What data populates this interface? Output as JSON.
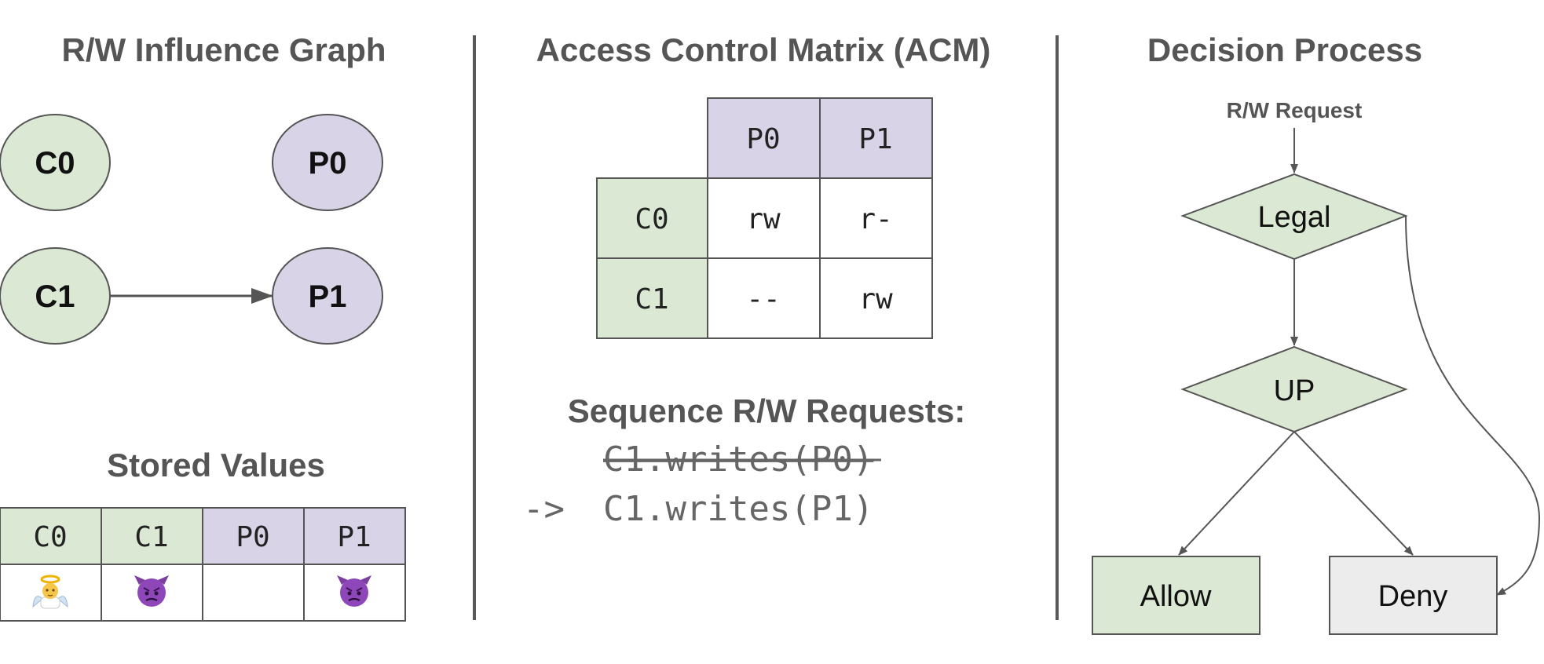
{
  "colors": {
    "green": "#dbe8d3",
    "purple": "#d8d3e6",
    "gray": "#ececec",
    "stroke": "#555555",
    "divider": "#595959"
  },
  "graph": {
    "title": "R/W Influence Graph",
    "nodes": {
      "c0": "C0",
      "p0": "P0",
      "c1": "C1",
      "p1": "P1"
    },
    "edges": [
      {
        "from": "C1",
        "to": "P1"
      }
    ]
  },
  "stored": {
    "title": "Stored Values",
    "headers": [
      "C0",
      "C1",
      "P0",
      "P1"
    ],
    "values": [
      "angel-emoji",
      "devil-emoji",
      "",
      "devil-emoji"
    ]
  },
  "acm": {
    "title": "Access Control Matrix (ACM)",
    "col_headers": [
      "P0",
      "P1"
    ],
    "row_headers": [
      "C0",
      "C1"
    ],
    "cells": [
      [
        "rw",
        "r-"
      ],
      [
        "--",
        "rw"
      ]
    ]
  },
  "sequence": {
    "title": "Sequence R/W Requests:",
    "done": "C1.writes(P0)",
    "arrow": "->",
    "current": "C1.writes(P1)"
  },
  "decision": {
    "title": "Decision Process",
    "request_label": "R/W Request",
    "legal": "Legal",
    "up": "UP",
    "allow": "Allow",
    "deny": "Deny"
  }
}
